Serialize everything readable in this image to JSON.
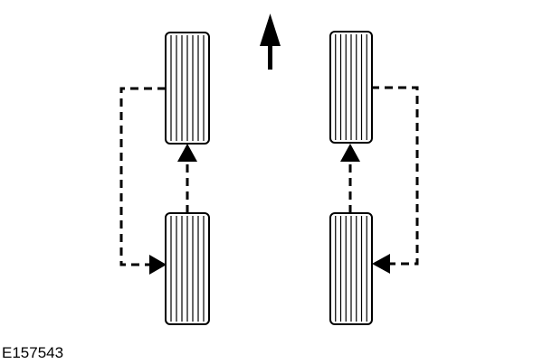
{
  "figure": {
    "code": "E157543"
  },
  "diagram": {
    "kind": "tire-rotation",
    "forward_direction": "up",
    "tires": [
      "left-front",
      "right-front",
      "left-rear",
      "right-rear"
    ],
    "moves": [
      {
        "from": "left-front",
        "to": "left-rear"
      },
      {
        "from": "left-rear",
        "to": "left-front"
      },
      {
        "from": "right-front",
        "to": "right-rear"
      },
      {
        "from": "right-rear",
        "to": "right-front"
      }
    ],
    "colors": {
      "line": "#000000",
      "background": "#ffffff"
    }
  }
}
